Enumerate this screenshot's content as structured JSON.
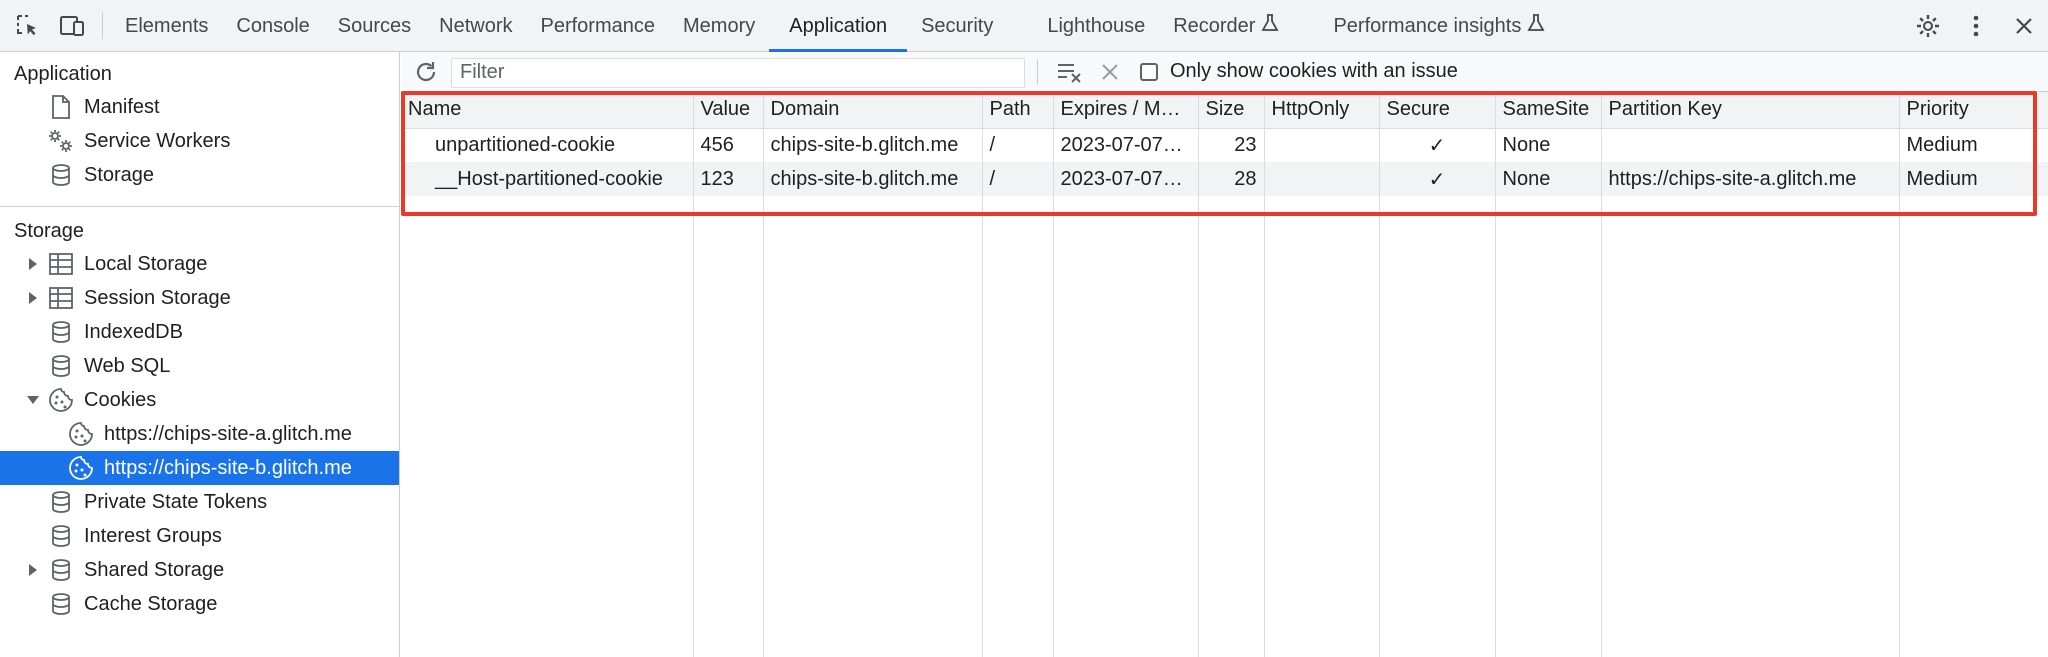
{
  "topbar": {
    "tabs": [
      "Elements",
      "Console",
      "Sources",
      "Network",
      "Performance",
      "Memory",
      "Application",
      "Security",
      "Lighthouse",
      "Recorder",
      "Performance insights"
    ],
    "active_tab": "Application"
  },
  "sidebar": {
    "application_heading": "Application",
    "application_items": [
      {
        "label": "Manifest",
        "icon": "document-icon"
      },
      {
        "label": "Service Workers",
        "icon": "gears-icon"
      },
      {
        "label": "Storage",
        "icon": "database-icon"
      }
    ],
    "storage_heading": "Storage",
    "storage_items": [
      {
        "label": "Local Storage",
        "icon": "table-icon"
      },
      {
        "label": "Session Storage",
        "icon": "table-icon"
      },
      {
        "label": "IndexedDB",
        "icon": "database-icon"
      },
      {
        "label": "Web SQL",
        "icon": "database-icon"
      },
      {
        "label": "Cookies",
        "icon": "cookie-icon"
      },
      {
        "label": "https://chips-site-a.glitch.me",
        "icon": "cookie-icon"
      },
      {
        "label": "https://chips-site-b.glitch.me",
        "icon": "cookie-icon"
      },
      {
        "label": "Private State Tokens",
        "icon": "database-icon"
      },
      {
        "label": "Interest Groups",
        "icon": "database-icon"
      },
      {
        "label": "Shared Storage",
        "icon": "database-icon"
      },
      {
        "label": "Cache Storage",
        "icon": "database-icon"
      }
    ]
  },
  "toolbar": {
    "filter_placeholder": "Filter",
    "issue_checkbox_label": "Only show cookies with an issue"
  },
  "cookies_table": {
    "columns": [
      "Name",
      "Value",
      "Domain",
      "Path",
      "Expires / M…",
      "Size",
      "HttpOnly",
      "Secure",
      "SameSite",
      "Partition Key",
      "Priority"
    ],
    "rows": [
      {
        "name": "unpartitioned-cookie",
        "value": "456",
        "domain": "chips-site-b.glitch.me",
        "path": "/",
        "expires": "2023-07-07…",
        "size": "23",
        "httponly": "",
        "secure": "✓",
        "samesite": "None",
        "partition_key": "",
        "priority": "Medium"
      },
      {
        "name": "__Host-partitioned-cookie",
        "value": "123",
        "domain": "chips-site-b.glitch.me",
        "path": "/",
        "expires": "2023-07-07…",
        "size": "28",
        "httponly": "",
        "secure": "✓",
        "samesite": "None",
        "partition_key": "https://chips-site-a.glitch.me",
        "priority": "Medium"
      }
    ]
  },
  "colors": {
    "accent": "#1a73e8",
    "highlight_box": "#e8392a"
  }
}
